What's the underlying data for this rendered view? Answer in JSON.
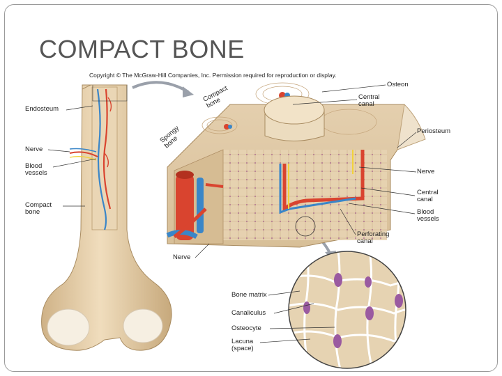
{
  "slide": {
    "title": "COMPACT BONE",
    "copyright": "Copyright © The McGraw-Hill Companies, Inc. Permission required for reproduction or display."
  },
  "figure": {
    "labels": {
      "endosteum": "Endosteum",
      "nerve_left": "Nerve",
      "blood_vessels_left": "Blood vessels",
      "compact_bone_left": "Compact bone",
      "compact_bone_rotated": "Compact bone",
      "spongy_bone_rotated": "Spongy bone",
      "osteon": "Osteon",
      "central_canal_top": "Central canal",
      "periosteum": "Periosteum",
      "nerve_right": "Nerve",
      "central_canal_mid": "Central canal",
      "blood_vessels_right": "Blood vessels",
      "perforating_canal": "Perforating canal",
      "nerve_bottom": "Nerve",
      "bone_matrix": "Bone matrix",
      "canaliculus": "Canaliculus",
      "osteocyte": "Osteocyte",
      "lacuna": "Lacuna (space)"
    },
    "colors": {
      "bone": "#e8d2ae",
      "bone_dark": "#c9ab7d",
      "artery": "#d9442f",
      "vein": "#3a86c8",
      "nerve": "#f2d23a",
      "cells": "#9a5aa0"
    }
  }
}
